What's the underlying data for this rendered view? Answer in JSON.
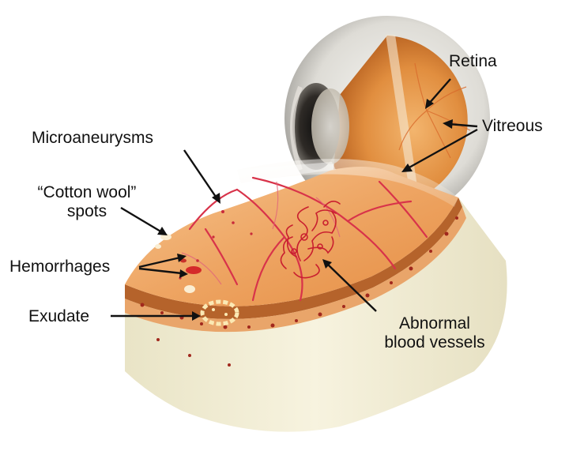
{
  "labels": {
    "retina": "Retina",
    "vitreous": "Vitreous",
    "microaneurysms": "Microaneurysms",
    "cotton_wool_line1": "“Cotton wool”",
    "cotton_wool_line2": "spots",
    "hemorrhages": "Hemorrhages",
    "exudate": "Exudate",
    "abnormal_vessels_line1": "Abnormal",
    "abnormal_vessels_line2": "blood vessels"
  },
  "colors": {
    "tissue_orange": "#e8954f",
    "tissue_light": "#f3b77c",
    "vessel_red": "#d8334a",
    "sclera_cream": "#f4efd6",
    "arrow_black": "#111111"
  }
}
